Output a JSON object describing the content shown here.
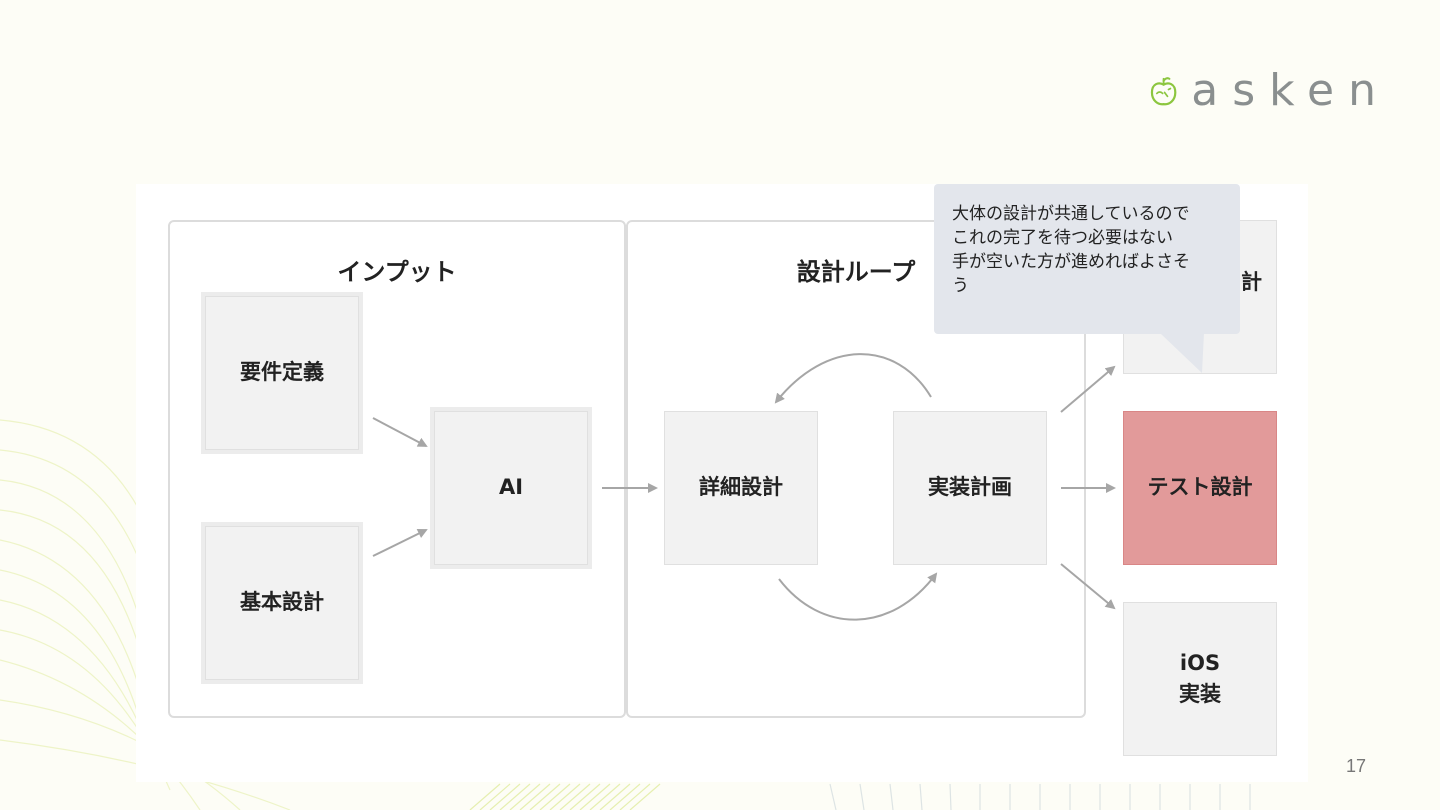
{
  "logo": {
    "text": "asken",
    "icon": "apple-logo-icon"
  },
  "groups": {
    "input": {
      "title": "インプット"
    },
    "design_loop": {
      "title": "設計ループ"
    }
  },
  "nodes": {
    "requirements": "要件定義",
    "basic_design": "基本設計",
    "ai": "AI",
    "detailed_design": "詳細設計",
    "impl_plan": "実装計画",
    "top_right_partial": "計",
    "test_design": "テスト設計",
    "ios_impl_line1": "iOS",
    "ios_impl_line2": "実装"
  },
  "callout": {
    "lines": [
      "大体の設計が共通しているので",
      "これの完了を待つ必要はない",
      "手が空いた方が進めればよさそ",
      "う"
    ]
  },
  "page_number": "17",
  "colors": {
    "highlight": "#e29a9a",
    "node_bg": "#f2f2f2",
    "callout_bg": "#e3e6ec",
    "logo_green": "#8cc63f",
    "arrow": "#a6a6a6"
  }
}
